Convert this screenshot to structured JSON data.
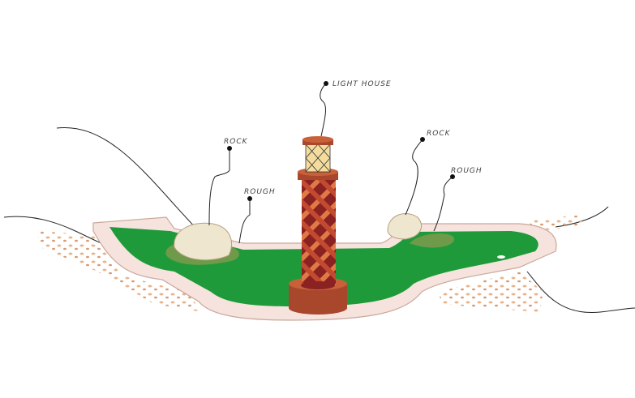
{
  "labels": {
    "lighthouse": "LIGHT HOUSE",
    "rock_left": "ROCK",
    "rough_left": "ROUGH",
    "rock_right": "ROCK",
    "rough_right": "ROUGH"
  },
  "colors": {
    "green": "#1f9a3a",
    "rough": "#6f9a4a",
    "curb": "#f6e3dd",
    "tower_dark": "#7a1f1f",
    "tower_light": "#e08a4a",
    "rock": "#efe6cf"
  }
}
